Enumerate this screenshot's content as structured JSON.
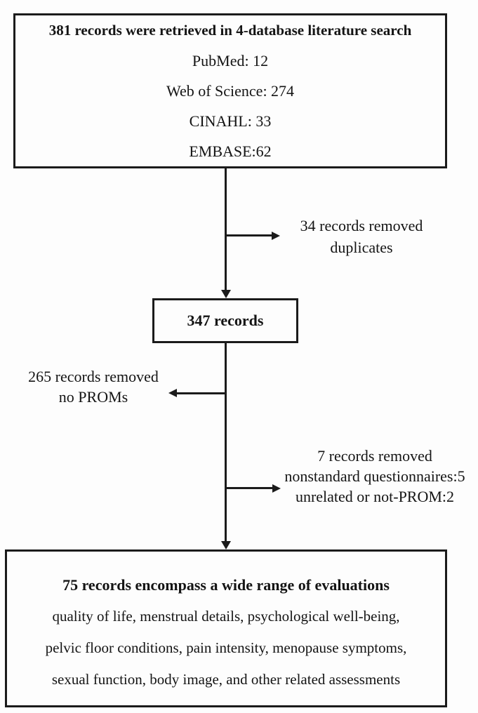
{
  "flowchart": {
    "top_box": {
      "title": "381 records were retrieved in 4-database literature search",
      "lines": [
        "PubMed: 12",
        "Web of Science: 274",
        "CINAHL: 33",
        "EMBASE:62"
      ]
    },
    "exclusion_duplicates": {
      "line1": "34 records removed",
      "line2": "duplicates"
    },
    "middle_box": {
      "title": "347 records"
    },
    "exclusion_no_proms": {
      "line1": "265 records removed",
      "line2": "no PROMs"
    },
    "exclusion_nonstandard": {
      "line1": "7 records removed",
      "line2": "nonstandard questionnaires:5",
      "line3": "unrelated or not-PROM:2"
    },
    "bottom_box": {
      "title": "75 records encompass a wide range of evaluations",
      "lines": [
        "quality of life, menstrual details, psychological well-being,",
        "pelvic floor conditions, pain intensity, menopause symptoms,",
        "sexual function, body image, and other related assessments"
      ]
    },
    "colors": {
      "line": "#1b1b1b",
      "text": "#141414",
      "background": "#ffffff"
    }
  }
}
